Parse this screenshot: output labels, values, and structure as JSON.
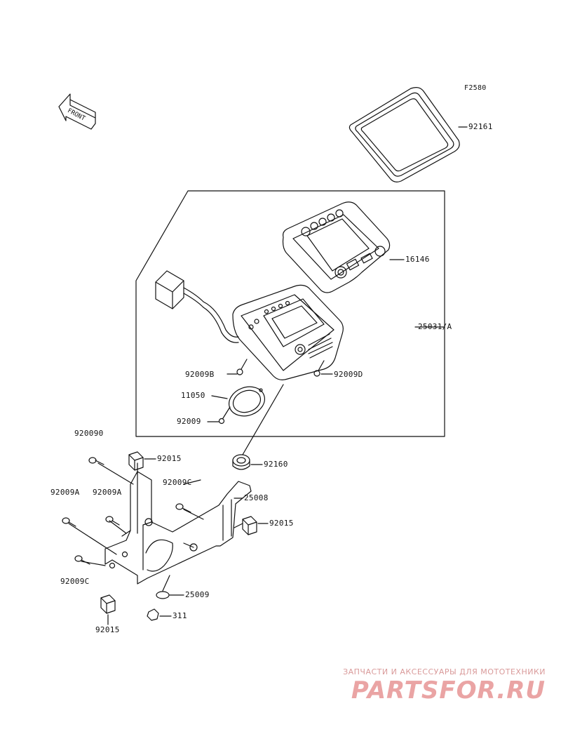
{
  "figure": {
    "code": "F2580",
    "front_label": "FRONT",
    "colors": {
      "line": "#111111",
      "watermark": "#e8a0a0"
    }
  },
  "callouts": {
    "bezel_gasket": "92161",
    "meter_cover": "16146",
    "meter_assembly": "25031/A",
    "screw_b": "92009B",
    "screw_d": "92009D",
    "ring": "11050",
    "screw_meter": "92009",
    "screw_o": "920090",
    "clip_top": "92015",
    "grommet": "92160",
    "screw_c_mid": "92009C",
    "screw_a_left": "92009A",
    "screw_a_right": "92009A",
    "bracket": "25008",
    "clip_right": "92015",
    "screw_c_low": "92009C",
    "washer": "25009",
    "nut": "311",
    "clip_bottom": "92015"
  },
  "watermark": {
    "tagline": "ЗАПЧАСТИ И АКСЕССУАРЫ ДЛЯ МОТОТЕХНИКИ",
    "brand": "PartsFor.ru"
  }
}
